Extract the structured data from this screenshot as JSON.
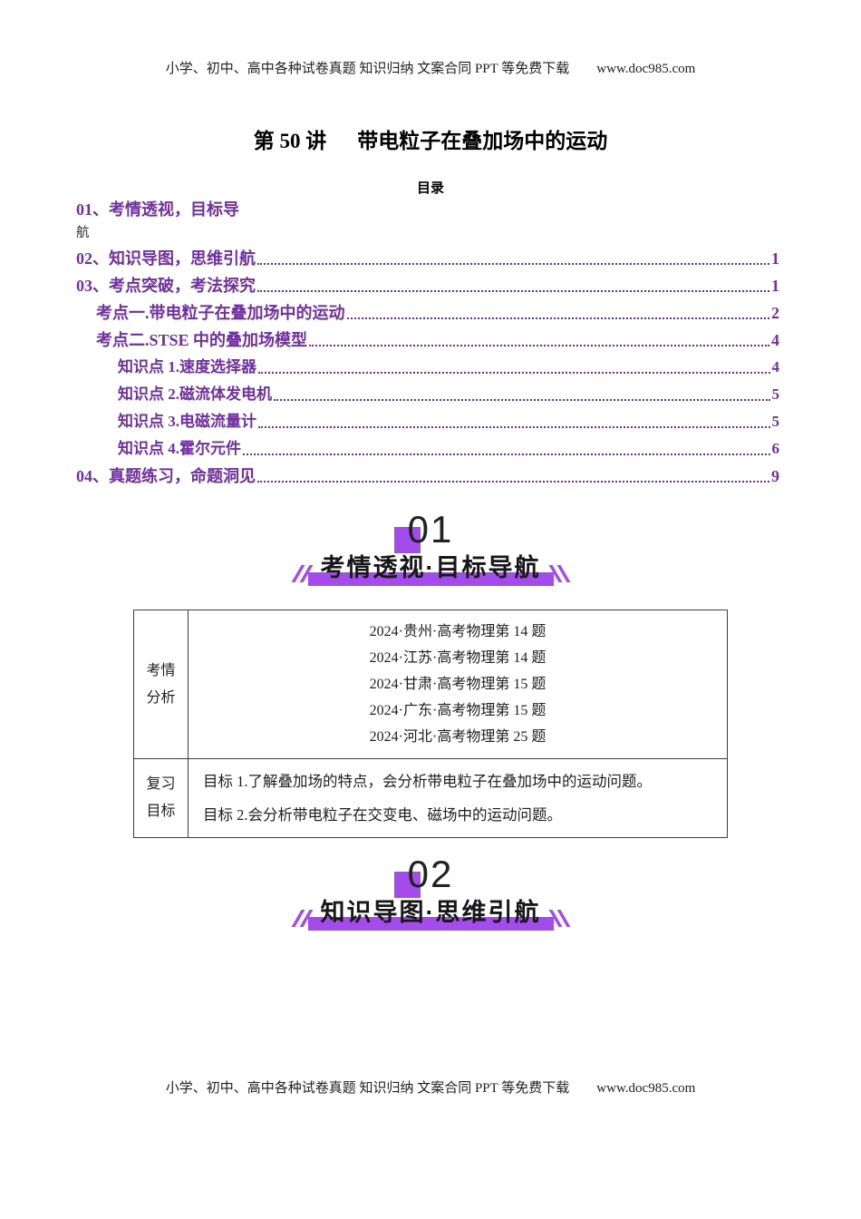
{
  "colors": {
    "accent_purple": "#a44ceb",
    "toc_purple": "#7030a0"
  },
  "header": {
    "tagline": "小学、初中、高中各种试卷真题 知识归纳 文案合同 PPT 等免费下载",
    "url": "www.doc985.com"
  },
  "footer": {
    "tagline": "小学、初中、高中各种试卷真题 知识归纳 文案合同 PPT 等免费下载",
    "url": "www.doc985.com"
  },
  "doc": {
    "title_part1": "第 50 讲",
    "title_part2": "带电粒子在叠加场中的运动",
    "toc_heading": "目录"
  },
  "toc": {
    "items": [
      {
        "label": "01、考情透视，目标导",
        "wrap": "航",
        "page": "",
        "level": 1
      },
      {
        "label": "02、知识导图，思维引航",
        "page": "1",
        "level": 1
      },
      {
        "label": "03、考点突破，考法探究",
        "page": "1",
        "level": 1
      },
      {
        "label": "考点一.带电粒子在叠加场中的运动",
        "page": "2",
        "level": 2
      },
      {
        "label": "考点二.STSE 中的叠加场模型",
        "page": "4",
        "level": 2
      },
      {
        "label": "知识点 1.速度选择器",
        "page": "4",
        "level": 3
      },
      {
        "label": "知识点 2.磁流体发电机",
        "page": "5",
        "level": 3
      },
      {
        "label": "知识点 3.电磁流量计",
        "page": "5",
        "level": 3
      },
      {
        "label": "知识点 4.霍尔元件",
        "page": "6",
        "level": 3
      },
      {
        "label": "04、真题练习，命题洞见",
        "page": "9",
        "level": 1
      }
    ]
  },
  "sections": [
    {
      "number": "01",
      "title": "考情透视·目标导航"
    },
    {
      "number": "02",
      "title": "知识导图·思维引航"
    }
  ],
  "table": {
    "rows": [
      {
        "header": [
          "考情",
          "分析"
        ],
        "lines": [
          "2024·贵州·高考物理第 14 题",
          "2024·江苏·高考物理第 14 题",
          "2024·甘肃·高考物理第 15 题",
          "2024·广东·高考物理第 15 题",
          "2024·河北·高考物理第 25 题"
        ]
      },
      {
        "header": [
          "复习",
          "目标"
        ],
        "lines": [
          "目标 1.了解叠加场的特点，会分析带电粒子在叠加场中的运动问题。",
          "目标 2.会分析带电粒子在交变电、磁场中的运动问题。"
        ]
      }
    ]
  }
}
